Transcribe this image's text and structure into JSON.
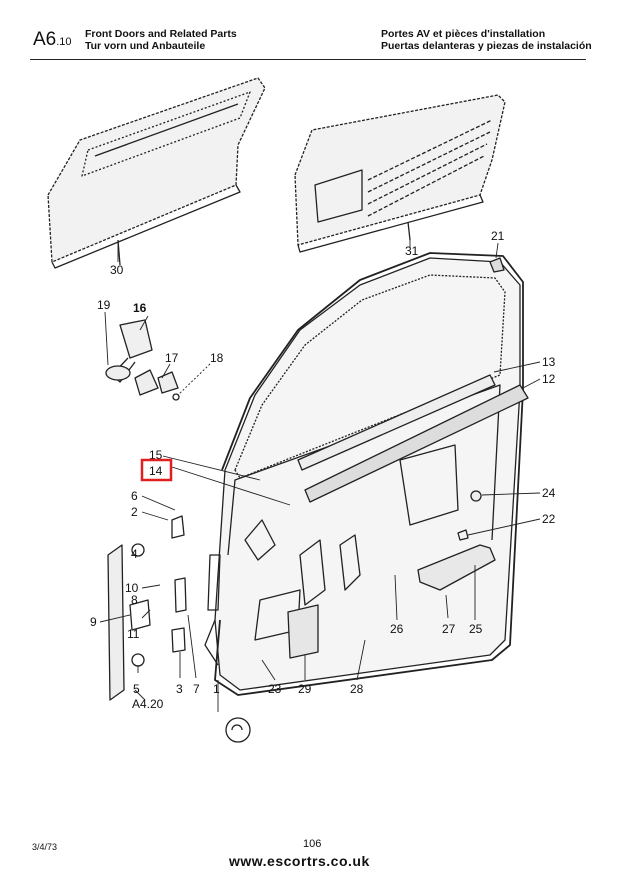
{
  "header": {
    "code_main": "A6",
    "code_sub": ".10",
    "title_en": "Front Doors and Related Parts",
    "title_de": "Tur vorn und Anbauteile",
    "title_fr": "Portes AV et pièces d'installation",
    "title_es": "Puertas delanteras y piezas de instalación"
  },
  "labels": {
    "p30": "30",
    "p31": "31",
    "p21": "21",
    "p19": "19",
    "p16": "16",
    "p17": "17",
    "p18": "18",
    "p13": "13",
    "p12": "12",
    "p15": "15",
    "p14": "14",
    "p24": "24",
    "p22": "22",
    "p6": "6",
    "p2": "2",
    "p4": "4",
    "p10": "10",
    "p8": "8",
    "p9": "9",
    "p11": "11",
    "p5": "5",
    "p3": "3",
    "p7": "7",
    "p1": "1",
    "p23": "23",
    "p29": "29",
    "p28": "28",
    "p26": "26",
    "p27": "27",
    "p25": "25",
    "ref": "A4.20"
  },
  "highlight_color": "#e02020",
  "footer": {
    "date": "3/4/73",
    "page": "106",
    "url": "www.escortrs.co.uk"
  }
}
